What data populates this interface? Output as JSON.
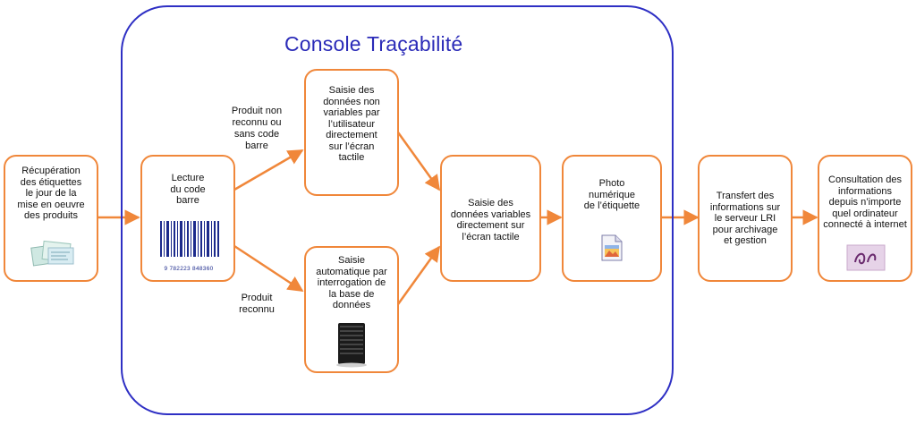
{
  "console": {
    "title": "Console Traçabilité"
  },
  "nodes": {
    "recuperation": "Récupération\ndes étiquettes\nle jour de la\nmise en oeuvre\ndes produits",
    "lecture": "Lecture\ndu code\nbarre",
    "barcode_digits": "9 782223 848360",
    "saisie_non_var": "Saisie des\ndonnées non\nvariables par\nl’utilisateur\ndirectement\nsur l’écran\ntactile",
    "saisie_auto": "Saisie\nautomatique par\ninterrogation de\nla base de\ndonnées",
    "saisie_var": "Saisie des\ndonnées variables\ndirectement sur\nl’écran tactile",
    "photo": "Photo\nnumérique\nde l’étiquette",
    "transfert": "Transfert des\ninformations sur\nle serveur LRI\npour archivage\net gestion",
    "consultation": "Consultation des\ninformations\ndepuis n’importe\nquel ordinateur\nconnecté à internet"
  },
  "edges": {
    "non_reconnu": "Produit non\nreconnu ou\nsans code\nbarre",
    "reconnu": "Produit\nreconnu"
  },
  "icons": {
    "labels": "product-labels-icon",
    "barcode": "barcode-icon",
    "server": "server-icon",
    "photo": "image-file-icon",
    "web": "web-logo-icon"
  },
  "colors": {
    "box_border": "#f0873a",
    "arrow": "#f0873a",
    "console_border": "#2e2fc4",
    "console_title": "#2b2bb8"
  }
}
